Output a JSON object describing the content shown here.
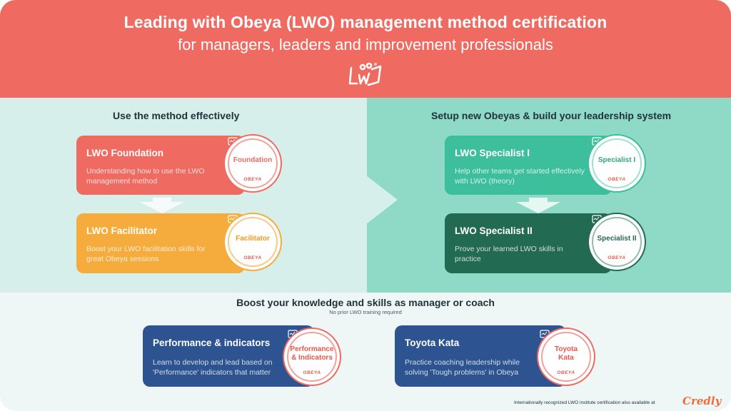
{
  "header": {
    "title": "Leading with Obeya (LWO) management method certification",
    "subtitle": "for managers, leaders and improvement professionals",
    "logo_icon": "lwo-logo-icon"
  },
  "left": {
    "heading": "Use the method effectively",
    "cards": [
      {
        "title": "LWO Foundation",
        "desc_1": "Understanding how to use the LWO",
        "desc_2": "management method",
        "badge": "Foundation",
        "badge_sub": "OBEYA",
        "color": "#ef6b62"
      },
      {
        "title": "LWO Facilitator",
        "desc_1": "Boost your LWO facilitation skills for",
        "desc_2": "great Obeya sessions",
        "badge": "Facilitator",
        "badge_sub": "OBEYA",
        "color": "#f6ac3d"
      }
    ]
  },
  "right": {
    "heading": "Setup new Obeyas & build your leadership system",
    "cards": [
      {
        "title": "LWO Specialist I",
        "desc_1": "Help other teams get started effectively",
        "desc_2": "with LWO (theory)",
        "badge": "Specialist I",
        "badge_sub": "OBEYA",
        "color": "#3dbf9d"
      },
      {
        "title": "LWO Specialist II",
        "desc_1": "Prove your learned LWO skills in",
        "desc_2": "practice",
        "badge": "Specialist II",
        "badge_sub": "OBEYA",
        "color": "#236a52"
      }
    ]
  },
  "bottom": {
    "heading": "Boost your knowledge and skills as manager or coach",
    "sub": "No prior LWO training required",
    "cards": [
      {
        "title": "Performance & indicators",
        "desc_1": "Learn to develop and lead based on",
        "desc_2": "'Performance' indicators that matter",
        "badge_1": "Performance",
        "badge_2": "& Indicators",
        "badge_sub": "OBEYA",
        "color": "#2d5491"
      },
      {
        "title": "Toyota Kata",
        "desc_1": "Practice coaching leadership while",
        "desc_2": "solving 'Tough problems' in Obeya",
        "badge_1": "Toyota",
        "badge_2": "Kata",
        "badge_sub": "OBEYA",
        "color": "#2d5491"
      }
    ]
  },
  "footer": {
    "note": "Internationally recognized LWO institute certification also available at",
    "credly": "Credly"
  },
  "colors": {
    "header": "#ef6b62",
    "left_panel": "#d6efea",
    "right_panel": "#8fd9c7",
    "navy": "#2d5491"
  }
}
